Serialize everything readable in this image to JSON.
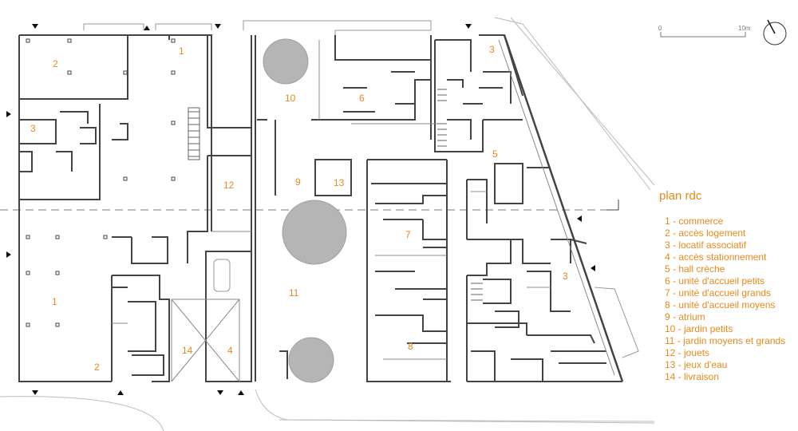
{
  "plan": {
    "title": "plan rdc",
    "scale": {
      "zero": "0",
      "end": "10m"
    },
    "tree_symbol": "tree-icon",
    "entrance_symbol": "triangle-arrow-icon",
    "compass_symbol": "north-arrow-icon"
  },
  "legend": [
    "1 - commerce",
    "2 - accès logement",
    "3 - locatif associatif",
    "4 - accès stationnement",
    "5 - hall crèche",
    "6 - unité d'accueil petits",
    "7 - unité d'accueil grands",
    "8 - unité d'accueil moyens",
    "9 - atrium",
    "10 - jardin petits",
    "11 - jardin moyens et grands",
    "12 - jouets",
    "13 - jeux d'eau",
    "14 - livraison"
  ],
  "labels": {
    "n1a": "1",
    "n1b": "1",
    "n2a": "2",
    "n2b": "2",
    "n3a": "3",
    "n3b": "3",
    "n3c": "3",
    "n4": "4",
    "n5": "5",
    "n6": "6",
    "n7": "7",
    "n8": "8",
    "n9": "9",
    "n10": "10",
    "n11": "11",
    "n12": "12",
    "n13": "13",
    "n14": "14"
  }
}
